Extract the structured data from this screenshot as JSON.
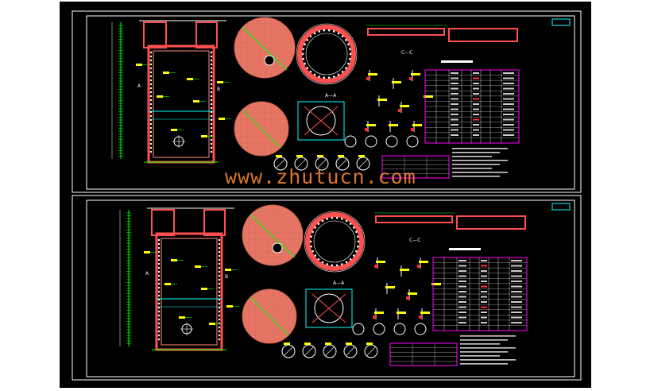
{
  "app": {
    "watermark": "www.zhutucn.com"
  },
  "sheets": [
    {
      "id": "sheet-1",
      "sections": {
        "c_section_label": "C—C",
        "a_section_label": "A—A",
        "b_label": "B",
        "a_label": "A"
      }
    },
    {
      "id": "sheet-2",
      "sections": {
        "c_section_label": "C—C",
        "a_section_label": "A—A",
        "b_label": "B",
        "a_label": "A"
      }
    }
  ],
  "colors": {
    "background": "#000000",
    "frame": "#ffffff",
    "structure": "#ff5050",
    "rebar_fill": "#d86a5a",
    "dimension": "#00ff00",
    "callout": "#ffff00",
    "table_border": "#ff00ff",
    "leader": "#00ffff",
    "watermark": "#ff8a3c"
  }
}
